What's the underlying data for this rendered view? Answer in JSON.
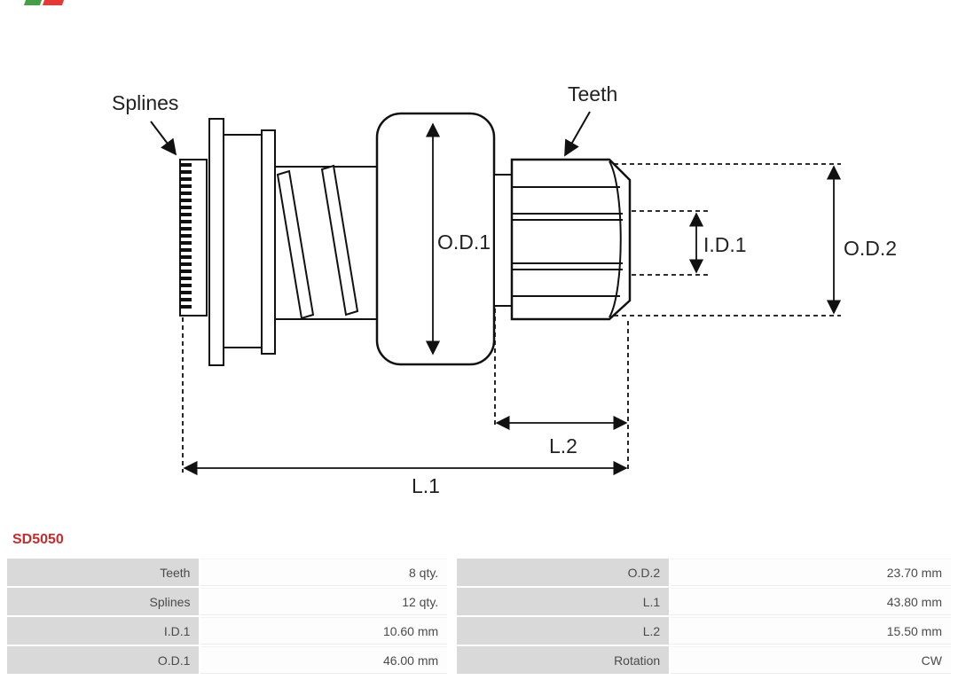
{
  "logo": {
    "icon": "as-pl-logo-partial",
    "colors": [
      "#43a047",
      "#e53935"
    ]
  },
  "part_number": "SD5050",
  "colors": {
    "part_number": "#cc2a2a",
    "table_label_bg": "#d9d9d9",
    "diagram_stroke": "#111111"
  },
  "diagram": {
    "labels": {
      "splines": "Splines",
      "teeth": "Teeth",
      "od1": "O.D.1",
      "id1": "I.D.1",
      "od2": "O.D.2",
      "l1": "L.1",
      "l2": "L.2"
    }
  },
  "specs": {
    "rows": [
      {
        "label1": "Teeth",
        "value1": "8 qty.",
        "label2": "O.D.2",
        "value2": "23.70 mm"
      },
      {
        "label1": "Splines",
        "value1": "12 qty.",
        "label2": "L.1",
        "value2": "43.80 mm"
      },
      {
        "label1": "I.D.1",
        "value1": "10.60 mm",
        "label2": "L.2",
        "value2": "15.50 mm"
      },
      {
        "label1": "O.D.1",
        "value1": "46.00 mm",
        "label2": "Rotation",
        "value2": "CW"
      }
    ]
  }
}
